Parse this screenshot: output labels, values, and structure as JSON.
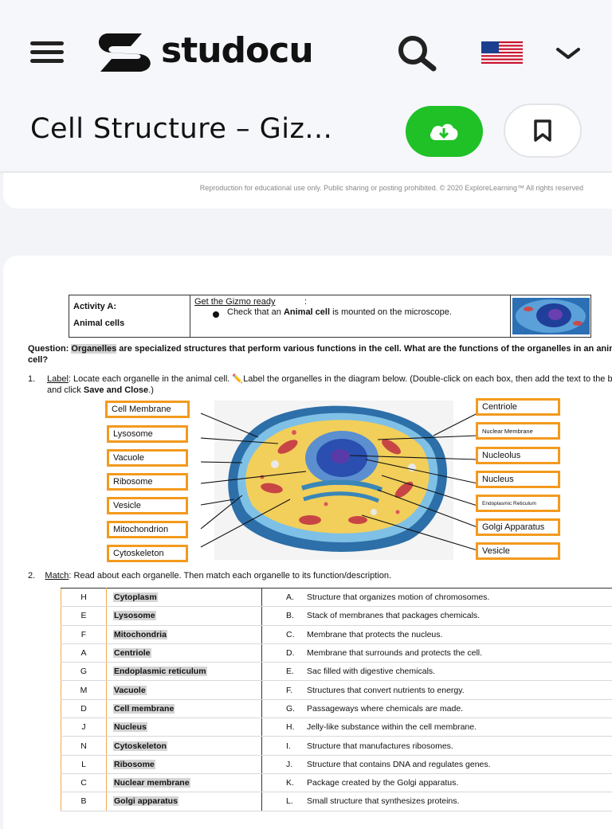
{
  "header": {
    "logo_text": "studocu",
    "doc_title": "Cell Structure – Giz..."
  },
  "page1": {
    "footer": "Reproduction for educational use only. Public sharing or posting prohibited. © 2020 ExploreLearning™ All rights reserved"
  },
  "activity": {
    "label_line1": "Activity A:",
    "label_line2": "Animal cells",
    "gizmo_ready": "Get the Gizmo ready",
    "check_pre": "Check that an ",
    "check_bold": "Animal cell",
    "check_post": " is mounted on the microscope."
  },
  "question": {
    "prefix": "Question: ",
    "highlight": "Organelles",
    "rest": " are specialized structures that perform various functions in the cell. What are the functions of the organelles in an animal cell?"
  },
  "q1": {
    "num": "1.",
    "label_word": "Label",
    "text_a": ": Locate each organelle in the animal cell. ✏️Label the organelles in the diagram below.  (Double-click on each box, then add the text to the box and click ",
    "text_bold": "Save and Close",
    "text_b": ".)"
  },
  "diagram": {
    "left_labels": [
      "Cell Membrane",
      "Lysosome",
      "Vacuole",
      "Ribosome",
      "Vesicle",
      "Mitochondrion",
      "Cytoskeleton"
    ],
    "right_labels": [
      "Centriole",
      "Nuclear Membrane",
      "Nucleolus",
      "Nucleus",
      "Endoplasmic Reticulum",
      "Golgi Apparatus",
      "Vesicle"
    ]
  },
  "q2": {
    "num": "2.",
    "match_word": "Match",
    "text": ": Read about each organelle. Then match each organelle to its function/description."
  },
  "match_rows": [
    {
      "letter": "H",
      "organelle": "Cytoplasm",
      "dletter": "A.",
      "desc": "Structure that organizes motion of  chromosomes."
    },
    {
      "letter": "E",
      "organelle": "Lysosome",
      "dletter": "B.",
      "desc": "Stack of membranes that packages chemicals."
    },
    {
      "letter": "F",
      "organelle": "Mitochondria",
      "dletter": "C.",
      "desc": "Membrane that protects the nucleus."
    },
    {
      "letter": "A",
      "organelle": "Centriole",
      "dletter": "D.",
      "desc": "Membrane that surrounds and protects the cell."
    },
    {
      "letter": "G",
      "organelle": "Endoplasmic reticulum",
      "dletter": "E.",
      "desc": "Sac filled with digestive chemicals."
    },
    {
      "letter": "M",
      "organelle": "Vacuole",
      "dletter": "F.",
      "desc": "Structures that convert nutrients to energy."
    },
    {
      "letter": "D",
      "organelle": "Cell membrane",
      "dletter": "G.",
      "desc": "Passageways where chemicals are made."
    },
    {
      "letter": "J",
      "organelle": "Nucleus",
      "dletter": "H.",
      "desc": "Jelly-like substance within the cell membrane."
    },
    {
      "letter": "N",
      "organelle": "Cytoskeleton",
      "dletter": "I.",
      "desc": "Structure that manufactures ribosomes."
    },
    {
      "letter": "L",
      "organelle": "Ribosome",
      "dletter": "J.",
      "desc": "Structure that contains DNA and regulates genes."
    },
    {
      "letter": "C",
      "organelle": "Nuclear membrane",
      "dletter": "K.",
      "desc": "Package created by the Golgi apparatus."
    },
    {
      "letter": "B",
      "organelle": "Golgi apparatus",
      "dletter": "L.",
      "desc": "Small structure that synthesizes proteins."
    }
  ],
  "colors": {
    "download_green": "#1fc127",
    "label_orange": "#f39a1e"
  },
  "icons": {
    "menu": "hamburger-icon",
    "search": "search-icon",
    "flag": "us-flag-icon",
    "chevron": "chevron-down-icon",
    "download": "cloud-download-icon",
    "bookmark": "bookmark-icon"
  }
}
